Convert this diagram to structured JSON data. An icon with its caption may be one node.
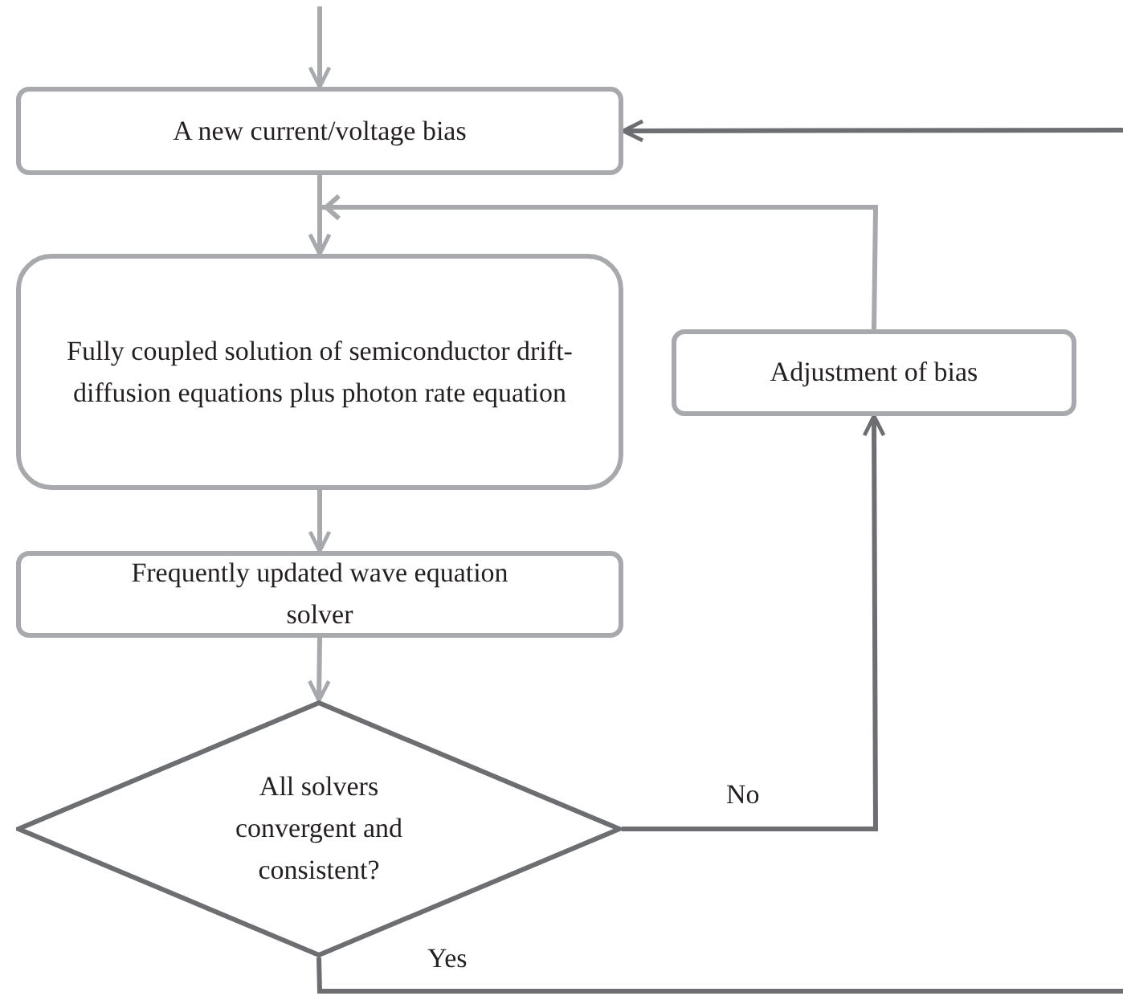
{
  "diagram": {
    "nodes": [
      {
        "text": [
          "A new current/voltage bias"
        ]
      },
      {
        "text": [
          "Fully coupled solution of semiconductor drift-diffusion equations plus photon rate equation"
        ]
      },
      {
        "text": [
          "Adjustment of bias"
        ]
      },
      {
        "text": [
          "Frequently updated wave equation solver"
        ]
      },
      {
        "text": [
          "All solvers convergent and consistent?"
        ]
      }
    ],
    "edges": [
      {
        "from": null,
        "to": 0,
        "arrow": "to"
      },
      {
        "from": null,
        "to": 0,
        "arrow": "to",
        "color": "#6d6e71"
      },
      {
        "from": 0,
        "to": 1,
        "arrow": "to"
      },
      {
        "from": 2,
        "to": 1,
        "arrow": "to"
      },
      {
        "from": 1,
        "to": 3,
        "arrow": "to"
      },
      {
        "from": 3,
        "to": 4,
        "arrow": "to"
      },
      {
        "from": 4,
        "to": 2,
        "label": "No",
        "arrow": "to",
        "color": "#6d6e71"
      },
      {
        "from": 4,
        "to": null,
        "label": "Yes",
        "arrow": "none",
        "color": "#6d6e71"
      }
    ]
  }
}
